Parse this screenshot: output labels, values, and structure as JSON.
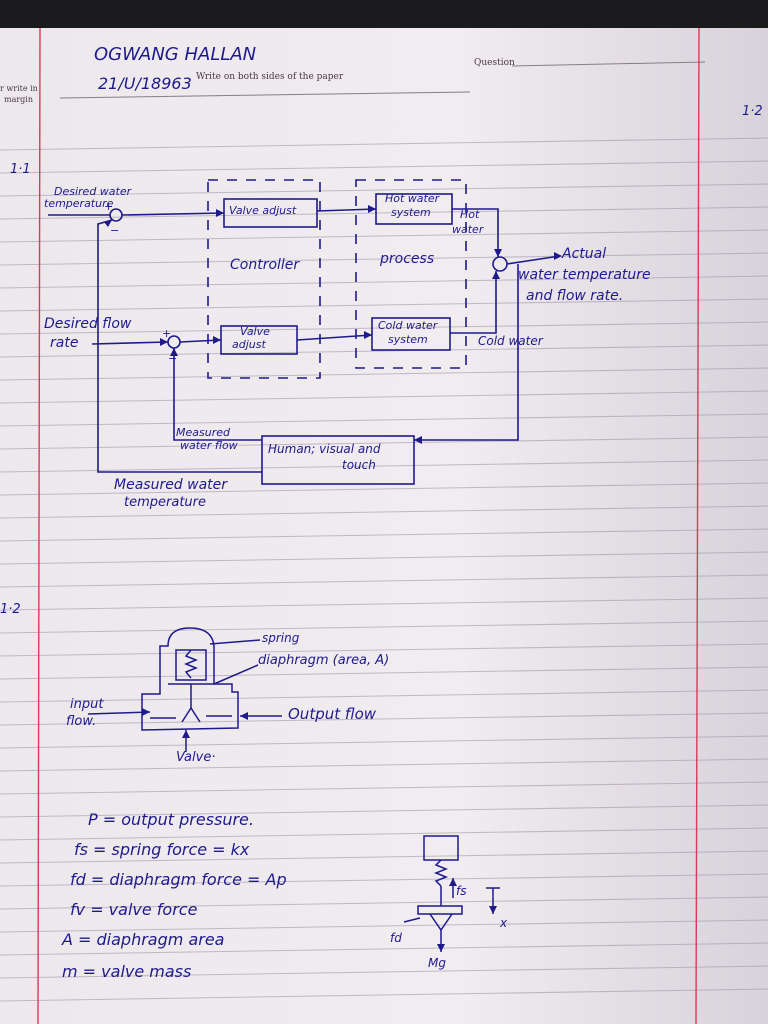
{
  "header": {
    "name": "OGWANG HALLAN",
    "reg_no": "21/U/18963",
    "instruction": "Write on both sides of the paper",
    "question_label": "Question",
    "margin_note_1": "r write in",
    "margin_note_2": "margin",
    "right_label": "1·2"
  },
  "q1": {
    "number": "1·1",
    "desired_temp_1": "Desired water",
    "desired_temp_2": "temperature",
    "valve_adjust_top": "Valve adjust",
    "hot_water_system_1": "Hot water",
    "hot_water_system_2": "system",
    "hot_water_1": "Hot",
    "hot_water_2": "water",
    "controller": "Controller",
    "process": "process",
    "actual_1": "Actual",
    "actual_2": "water temperature",
    "actual_3": "and flow rate.",
    "desired_flow_1": "Desired flow",
    "desired_flow_2": "rate",
    "valve_adjust_bottom_1": "Valve",
    "valve_adjust_bottom_2": "adjust",
    "cold_water_system_1": "Cold water",
    "cold_water_system_2": "system",
    "cold_water": "Cold water",
    "measured_flow_1": "Measured",
    "measured_flow_2": "water flow",
    "human_1": "Human; visual and",
    "human_2": "touch",
    "measured_temp_1": "Measured water",
    "measured_temp_2": "temperature"
  },
  "q2": {
    "number": "1·2",
    "spring": "spring",
    "diaphragm": "diaphragm (area, A)",
    "input_flow_1": "input",
    "input_flow_2": "flow.",
    "output_flow": "Output flow",
    "valve": "Valve·",
    "definitions": [
      "P = output pressure.",
      "fs = spring force = kx",
      "fd = diaphragm force = Ap",
      "fv = valve force",
      "A = diaphragm area",
      "m = valve mass"
    ],
    "fbd_fs": "fs",
    "fbd_fd": "fd",
    "fbd_mg": "Mg",
    "fbd_x": "x"
  }
}
